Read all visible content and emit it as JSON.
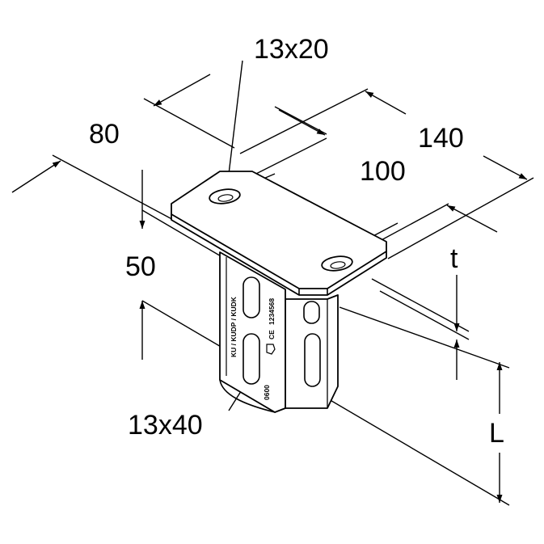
{
  "drawing": {
    "dimensions": {
      "slot_top": "13x20",
      "width_plate": "80",
      "depth_plate": "140",
      "hole_spacing": "100",
      "height_profile": "50",
      "thickness": "t",
      "length": "L",
      "slot_side": "13x40"
    },
    "markings": {
      "stamp_main": "KU / KUDP / KUDK",
      "stamp_code": "1234568",
      "stamp_ce": "CE",
      "stamp_grade": "0600"
    },
    "colors": {
      "line": "#000000",
      "fill": "#ffffff"
    }
  }
}
